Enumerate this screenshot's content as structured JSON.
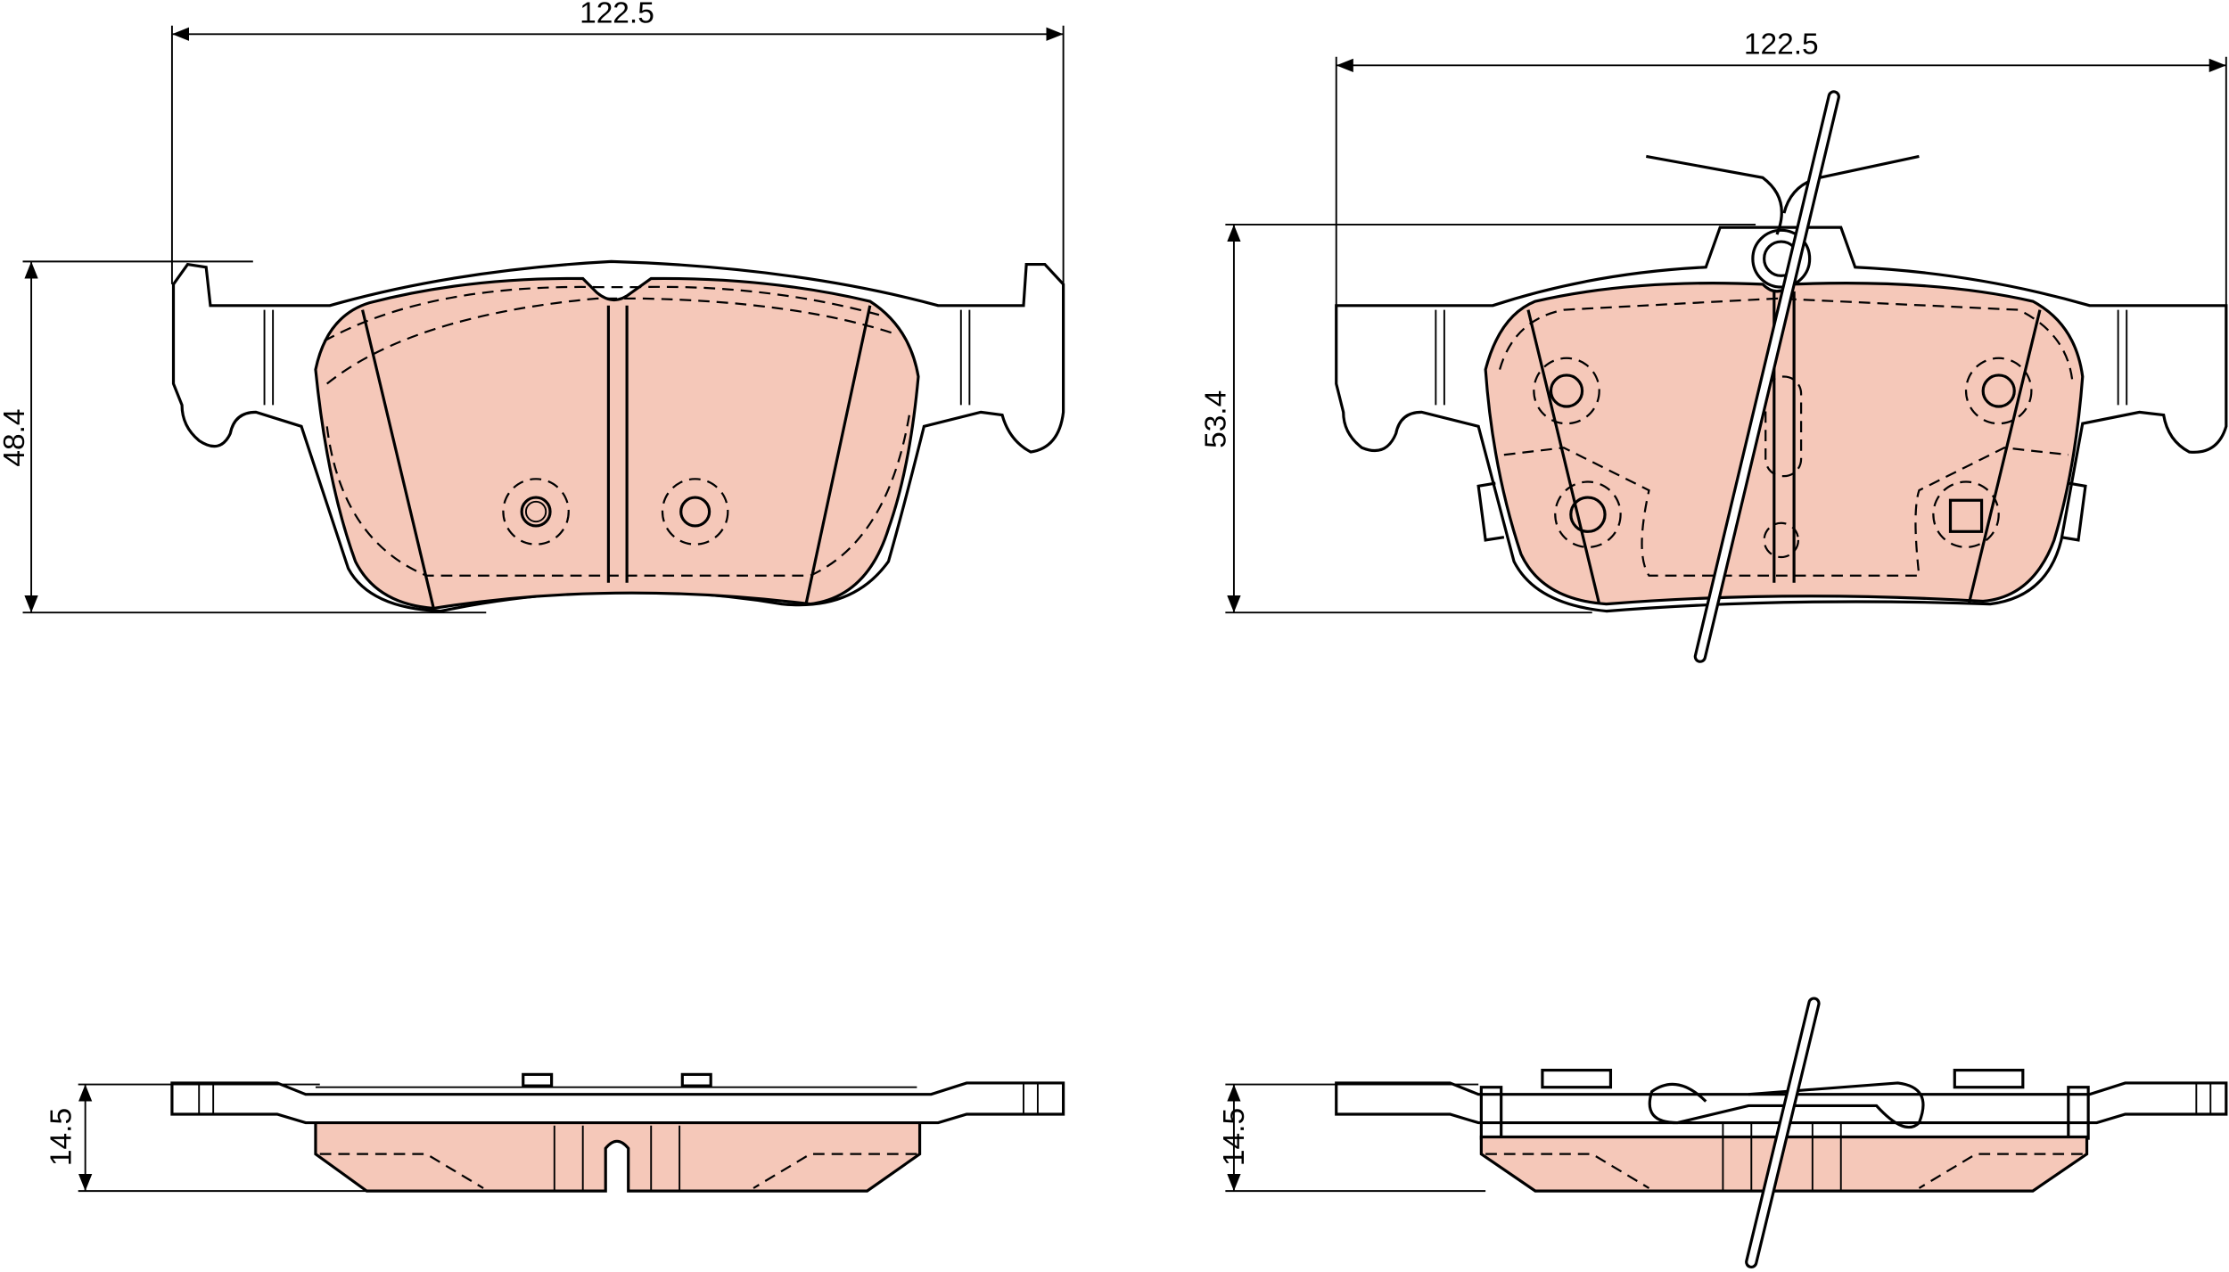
{
  "dimensions": {
    "left_width": "122.5",
    "left_height": "48.4",
    "left_thickness": "14.5",
    "right_width": "122.5",
    "right_height": "53.4",
    "right_thickness": "14.5"
  },
  "colors": {
    "friction_material": "#f5c8b9",
    "line": "#000000"
  }
}
